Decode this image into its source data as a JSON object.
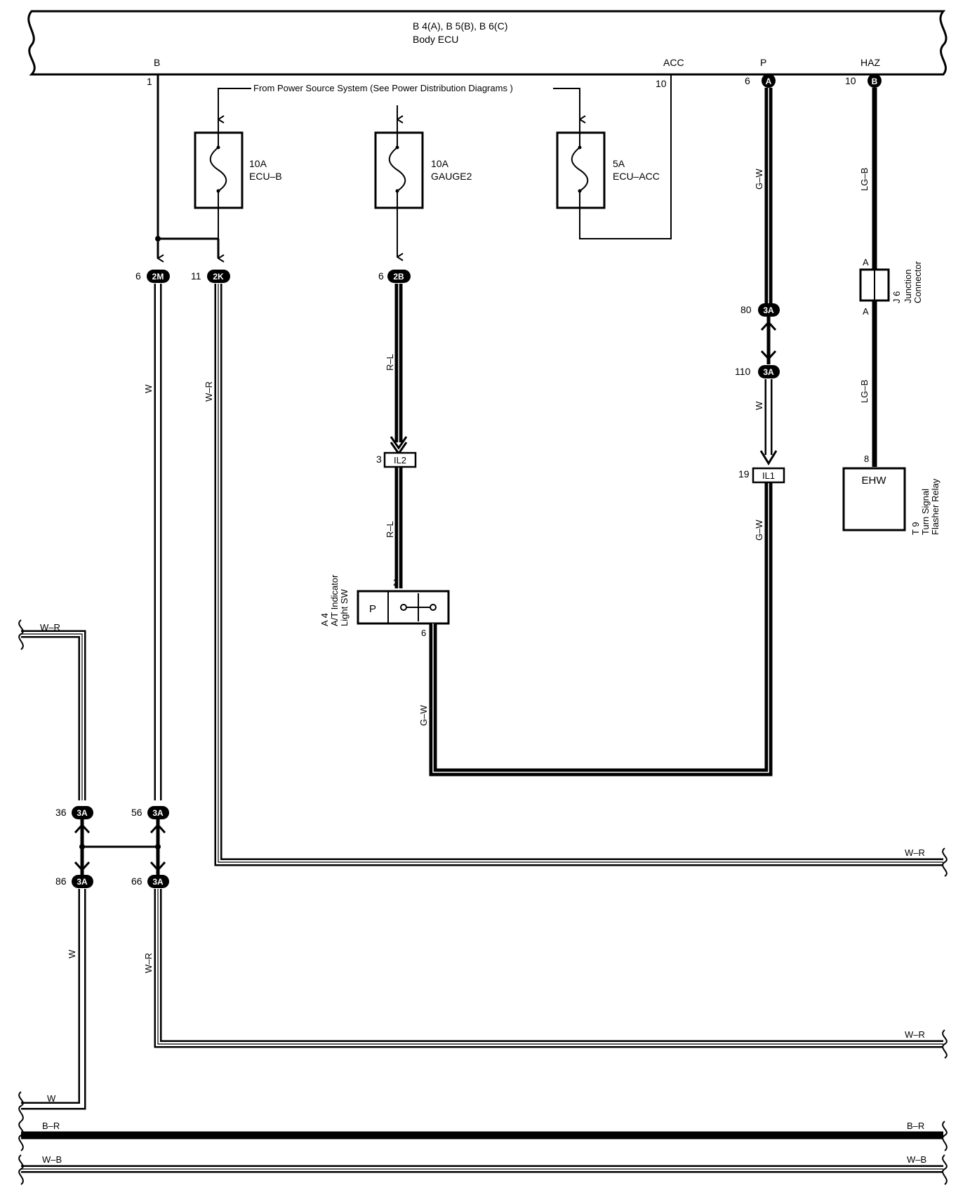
{
  "ecu": {
    "title": "B 4(A), B 5(B), B 6(C)",
    "name": "Body ECU"
  },
  "ecu_terminals": {
    "b": "B",
    "acc": "ACC",
    "p": "P",
    "haz": "HAZ"
  },
  "ecu_pins": {
    "b": "1",
    "acc": "10",
    "p": "6",
    "haz": "10"
  },
  "ecu_connectors": {
    "p": "A",
    "haz": "B"
  },
  "power_source_note": "From Power Source System (See Power Distribution Diagrams )",
  "fuses": [
    {
      "amp": "10A",
      "name": "ECU–B"
    },
    {
      "amp": "10A",
      "name": "GAUGE2"
    },
    {
      "amp": "5A",
      "name": "ECU–ACC"
    }
  ],
  "connectors": {
    "c2m": {
      "code": "2M",
      "pin": "6"
    },
    "c2k": {
      "code": "2K",
      "pin": "11"
    },
    "c2b": {
      "code": "2B",
      "pin": "6"
    },
    "c3a80": {
      "code": "3A",
      "pin": "80"
    },
    "c3a110": {
      "code": "3A",
      "pin": "110"
    },
    "c3a36": {
      "code": "3A",
      "pin": "36"
    },
    "c3a56": {
      "code": "3A",
      "pin": "56"
    },
    "c3a86": {
      "code": "3A",
      "pin": "86"
    },
    "c3a66": {
      "code": "3A",
      "pin": "66"
    },
    "il2": {
      "code": "IL2",
      "pin": "3"
    },
    "il1": {
      "code": "IL1",
      "pin": "19"
    }
  },
  "wire_colors": {
    "w": "W",
    "wr": "W–R",
    "rl": "R–L",
    "gw": "G–W",
    "lgb": "LG–B",
    "br": "B–R",
    "wb": "W–B"
  },
  "junction": {
    "id": "J 6",
    "name1": "Junction",
    "name2": "Connector",
    "pin_top": "A",
    "pin_bottom": "A"
  },
  "relay": {
    "id": "T 9",
    "name1": "Turn Signal",
    "name2": "Flasher Relay",
    "terminal": "EHW",
    "pin": "8"
  },
  "switch": {
    "id": "A 4",
    "name1": "A/T Indicator",
    "name2": "Light SW",
    "position": "P",
    "pin_top": "2",
    "pin_bottom": "6"
  }
}
